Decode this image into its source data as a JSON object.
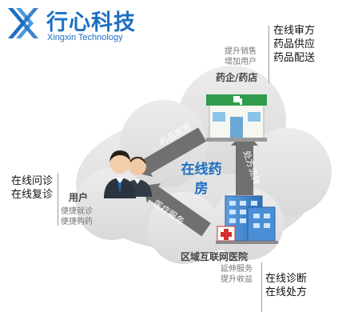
{
  "logo": {
    "name_cn": "行心科技",
    "name_en": "Xingxin Technology",
    "brand_color": "#1d6fc4"
  },
  "pharma": {
    "label": "药企/药店",
    "benefits": [
      "提升销售",
      "增加用户"
    ],
    "services": [
      "在线审方",
      "药品供应",
      "药品配送"
    ]
  },
  "hospital": {
    "label": "区域互联网医院",
    "benefits": [
      "延伸服务",
      "提升收益"
    ],
    "services": [
      "在线诊断",
      "在线处方"
    ]
  },
  "user": {
    "label": "用户",
    "benefits": [
      "便捷就诊",
      "便捷购药"
    ],
    "services": [
      "在线问诊",
      "在线复诊"
    ]
  },
  "center": {
    "label": "在线药房"
  },
  "arrows": {
    "drug_service": "药品服务",
    "prescription_flow": "处方流转",
    "medical_service": "医疗服务"
  },
  "colors": {
    "cloud": "#e4e4e4",
    "arrow": "#707070",
    "accent_blue": "#1d6fc4"
  }
}
